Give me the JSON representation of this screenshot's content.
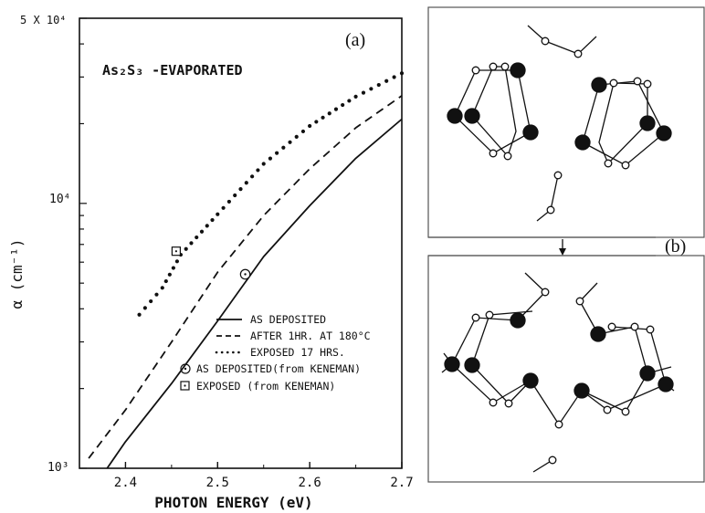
{
  "panel_a": {
    "label": "(a)",
    "chart_data": {
      "type": "line",
      "title": "As₂S₃ -EVAPORATED",
      "xlabel": "PHOTON ENERGY (eV)",
      "ylabel": "α (cm⁻¹)",
      "x_scale": "linear",
      "y_scale": "log",
      "xlim": [
        2.35,
        2.7
      ],
      "ylim": [
        1000,
        50000
      ],
      "x_ticks": [
        {
          "value": 2.4,
          "label": "2.4"
        },
        {
          "value": 2.5,
          "label": "2.5"
        },
        {
          "value": 2.6,
          "label": "2.6"
        },
        {
          "value": 2.7,
          "label": "2.7"
        }
      ],
      "y_ticks": [
        {
          "value": 1000,
          "label": "10³"
        },
        {
          "value": 10000,
          "label": "10⁴"
        },
        {
          "value": 50000,
          "label": "5 X 10⁴"
        }
      ],
      "series": [
        {
          "name": "AS DEPOSITED",
          "style": "solid",
          "x": [
            2.38,
            2.4,
            2.45,
            2.5,
            2.55,
            2.6,
            2.65,
            2.7
          ],
          "y": [
            1000,
            1260,
            2090,
            3600,
            6300,
            9800,
            14800,
            20800
          ]
        },
        {
          "name": "AFTER 1HR. AT 180°C",
          "style": "dashed",
          "x": [
            2.36,
            2.4,
            2.45,
            2.5,
            2.55,
            2.6,
            2.65,
            2.7
          ],
          "y": [
            1090,
            1660,
            3000,
            5500,
            9000,
            13500,
            19300,
            25500
          ]
        },
        {
          "name": "EXPOSED 17 HRS.",
          "style": "dotted",
          "x": [
            2.415,
            2.44,
            2.46,
            2.5,
            2.55,
            2.6,
            2.65,
            2.7
          ],
          "y": [
            3800,
            4800,
            6400,
            9100,
            14100,
            19600,
            25300,
            31000
          ]
        }
      ],
      "markers": [
        {
          "name": "AS DEPOSITED(from KENEMAN)",
          "shape": "circle-dot",
          "x": 2.53,
          "y": 5400
        },
        {
          "name": "EXPOSED (from KENEMAN)",
          "shape": "square-dot",
          "x": 2.455,
          "y": 6600
        }
      ]
    }
  },
  "panel_b": {
    "label": "(b)"
  }
}
